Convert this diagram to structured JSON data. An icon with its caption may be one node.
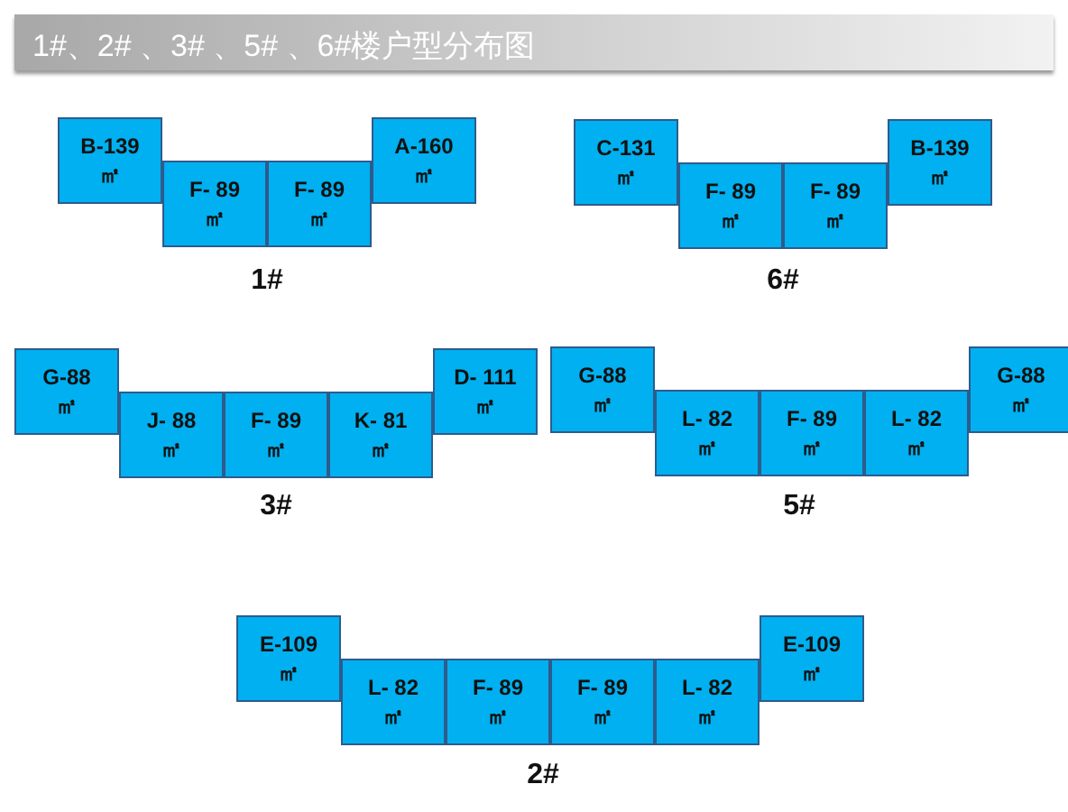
{
  "diagram": {
    "title": "1#、2# 、3# 、5# 、6#楼户型分布图",
    "nodes": [
      {
        "text": [
          "B-139 ㎡"
        ]
      },
      {
        "text": [
          "F- 89㎡"
        ]
      },
      {
        "text": [
          "F- 89㎡"
        ]
      },
      {
        "text": [
          "A-160 ㎡"
        ]
      },
      {
        "text": [
          "C-131 ㎡"
        ]
      },
      {
        "text": [
          "F- 89㎡"
        ]
      },
      {
        "text": [
          "F- 89㎡"
        ]
      },
      {
        "text": [
          "B-139 ㎡"
        ]
      },
      {
        "text": [
          "G-88 ㎡"
        ]
      },
      {
        "text": [
          "J- 88㎡"
        ]
      },
      {
        "text": [
          "F- 89㎡"
        ]
      },
      {
        "text": [
          "K- 81㎡"
        ]
      },
      {
        "text": [
          "D- 111㎡"
        ]
      },
      {
        "text": [
          "G-88 ㎡"
        ]
      },
      {
        "text": [
          "L- 82㎡"
        ]
      },
      {
        "text": [
          "F- 89㎡"
        ]
      },
      {
        "text": [
          "L- 82㎡"
        ]
      },
      {
        "text": [
          "G-88 ㎡"
        ]
      },
      {
        "text": [
          "E-109 ㎡"
        ]
      },
      {
        "text": [
          "L- 82㎡"
        ]
      },
      {
        "text": [
          "F- 89㎡"
        ]
      },
      {
        "text": [
          "F- 89㎡"
        ]
      },
      {
        "text": [
          "L- 82㎡"
        ]
      },
      {
        "text": [
          "E-109 ㎡"
        ]
      }
    ],
    "edges": [],
    "labels": [
      "1#",
      "6#",
      "3#",
      "5#",
      "2#"
    ]
  }
}
